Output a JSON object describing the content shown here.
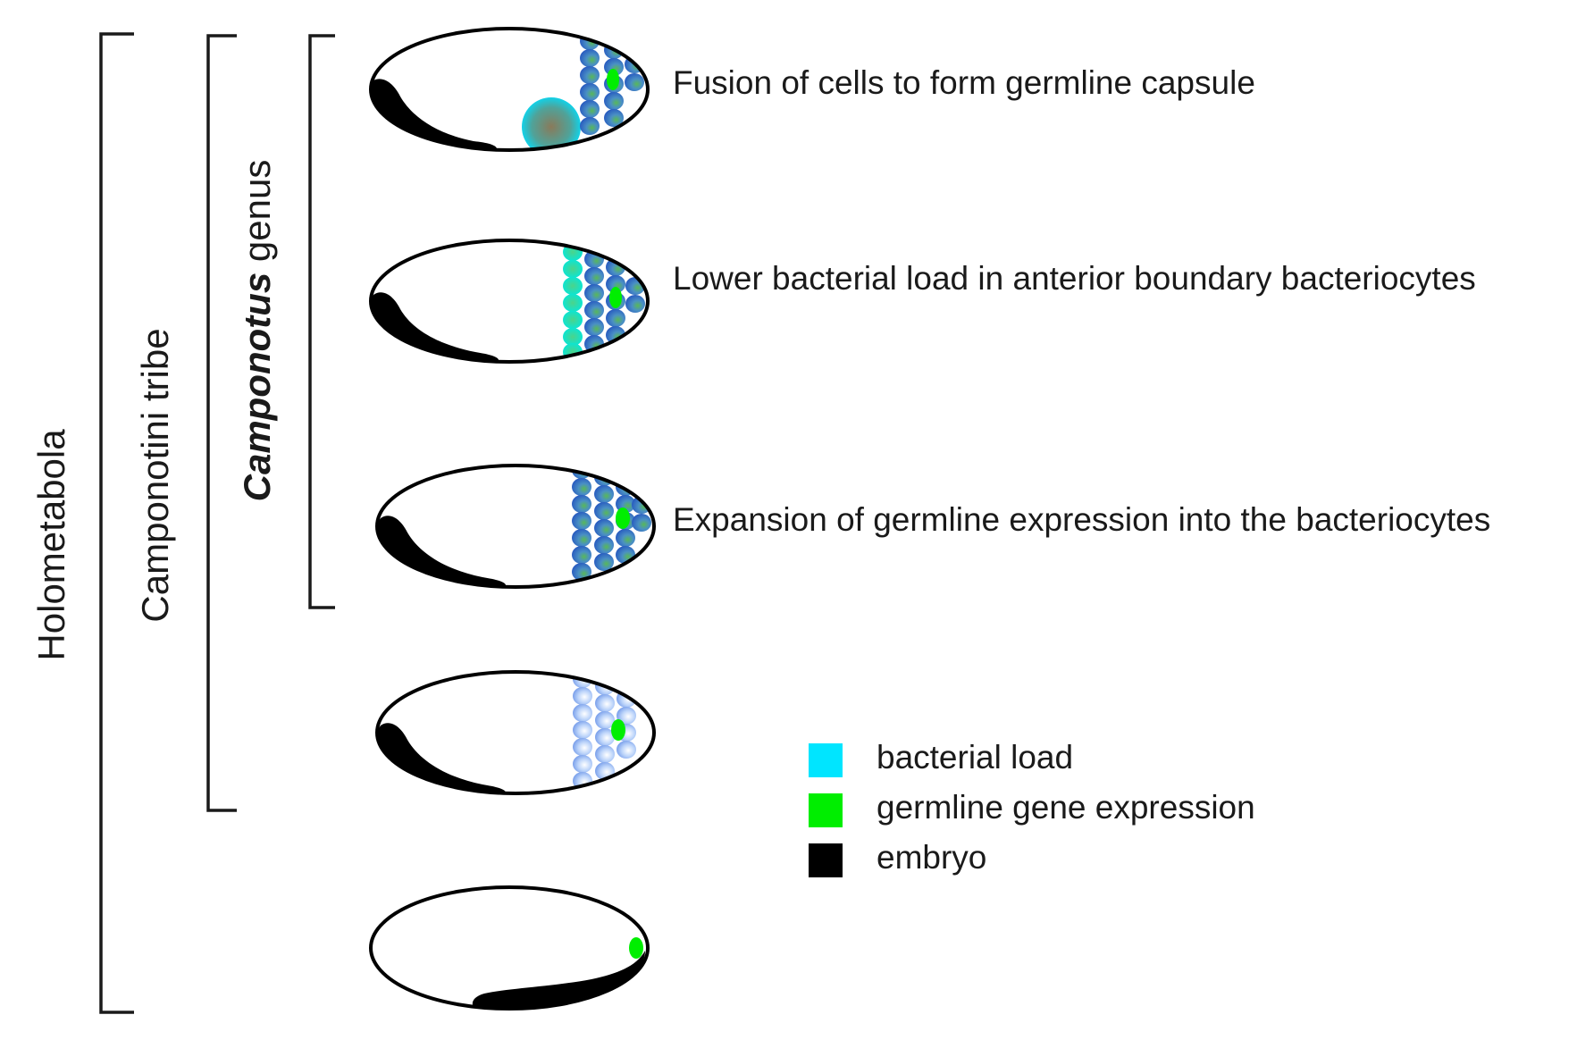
{
  "clades": {
    "holometabola": "Holometabola",
    "camponotini": "Camponotini tribe",
    "camponotus_genus_italic": "Camponotus",
    "camponotus_genus_suffix": " genus"
  },
  "traits": {
    "fusion": "Fusion of cells to form germline capsule",
    "lower_load": "Lower bacterial load in anterior boundary bacteriocytes",
    "expansion": "Expansion of germline expression into the bacteriocytes"
  },
  "legend": {
    "items": [
      {
        "label": "bacterial load",
        "color": "#00e5ff"
      },
      {
        "label": "germline gene expression",
        "color": "#00ee00"
      },
      {
        "label": "embryo",
        "color": "#000000"
      }
    ]
  },
  "colors": {
    "bacteriocyte_blue": "#4a7fd0",
    "bacteriocyte_pale": "#a9c7f5",
    "germline": "#00ee00",
    "bacterial_load": "#00e5ff",
    "embryo": "#000000"
  }
}
